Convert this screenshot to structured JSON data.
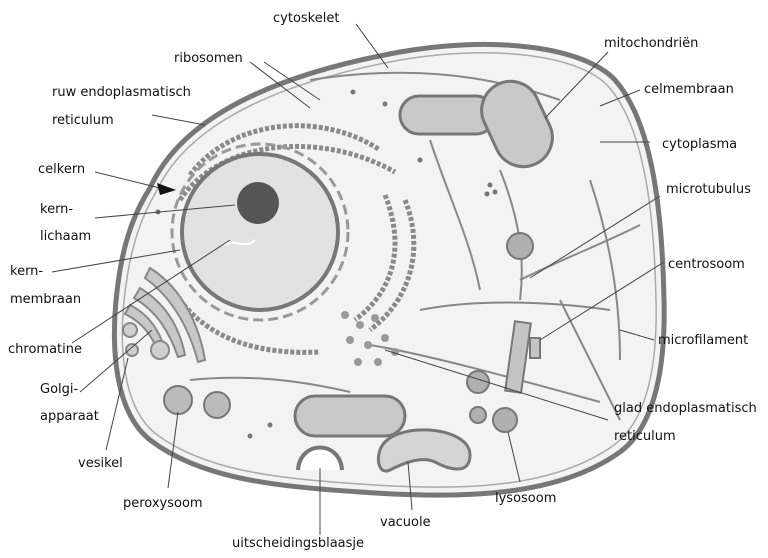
{
  "diagram": {
    "labels": {
      "cytoskelet": "cytoskelet",
      "ribosomen": "ribosomen",
      "ruw_er_1": "ruw endoplasmatisch",
      "ruw_er_2": "reticulum",
      "celkern": "celkern",
      "kernlichaam_1": "kern-",
      "kernlichaam_2": "lichaam",
      "kernmembraan_1": "kern-",
      "kernmembraan_2": "membraan",
      "chromatine": "chromatine",
      "golgi_1": "Golgi-",
      "golgi_2": "apparaat",
      "vesikel": "vesikel",
      "peroxysoom": "peroxysoom",
      "uitscheidingsblaasje": "uitscheidingsblaasje",
      "vacuole": "vacuole",
      "lysosoom": "lysosoom",
      "glad_er_1": "glad endoplasmatisch",
      "glad_er_2": "reticulum",
      "microfilament": "microfilament",
      "centrosoom": "centrosoom",
      "microtubulus": "microtubulus",
      "cytoplasma": "cytoplasma",
      "celmembraan": "celmembraan",
      "mitochondrien": "mitochondriën"
    },
    "colors": {
      "ink": "#111111",
      "cell_fill": "#f3f3f3",
      "membrane": "#777777",
      "organelle": "#9a9a9a",
      "nucleus": "#e2e2e2",
      "nucleolus": "#555555"
    }
  }
}
